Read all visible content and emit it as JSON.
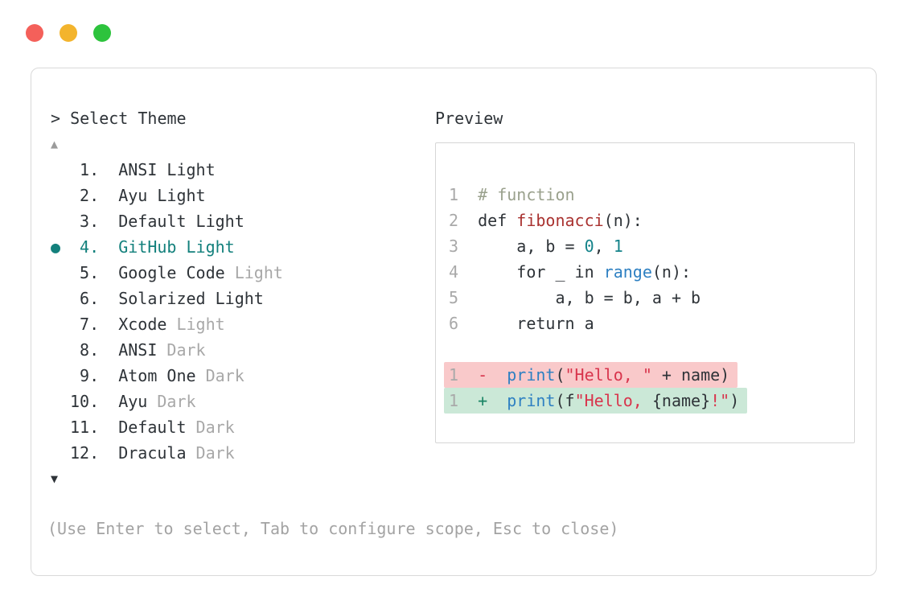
{
  "window": {
    "traffic_lights": [
      {
        "name": "close",
        "color": "#f4605a"
      },
      {
        "name": "minimize",
        "color": "#f3b42d"
      },
      {
        "name": "zoom",
        "color": "#2dc33d"
      }
    ]
  },
  "header": {
    "prompt": ">",
    "title": "Select Theme",
    "preview_label": "Preview"
  },
  "list": {
    "scroll_up_icon": "▲",
    "scroll_down_icon": "▼",
    "selected_marker": "●",
    "items": [
      {
        "num": "1",
        "name": "ANSI Light",
        "dim": "",
        "selected": false
      },
      {
        "num": "2",
        "name": "Ayu Light",
        "dim": "",
        "selected": false
      },
      {
        "num": "3",
        "name": "Default Light",
        "dim": "",
        "selected": false
      },
      {
        "num": "4",
        "name": "GitHub Light",
        "dim": "",
        "selected": true
      },
      {
        "num": "5",
        "name": "Google Code",
        "dim": "Light",
        "selected": false
      },
      {
        "num": "6",
        "name": "Solarized Light",
        "dim": "",
        "selected": false
      },
      {
        "num": "7",
        "name": "Xcode",
        "dim": "Light",
        "selected": false
      },
      {
        "num": "8",
        "name": "ANSI",
        "dim": "Dark",
        "selected": false
      },
      {
        "num": "9",
        "name": "Atom One",
        "dim": "Dark",
        "selected": false
      },
      {
        "num": "10",
        "name": "Ayu",
        "dim": "Dark",
        "selected": false
      },
      {
        "num": "11",
        "name": "Default",
        "dim": "Dark",
        "selected": false
      },
      {
        "num": "12",
        "name": "Dracula",
        "dim": "Dark",
        "selected": false
      }
    ]
  },
  "preview": {
    "code_lines": [
      {
        "num": "1",
        "tokens": [
          [
            "# function",
            "comment"
          ]
        ]
      },
      {
        "num": "2",
        "tokens": [
          [
            "def ",
            "fg"
          ],
          [
            "fibonacci",
            "func"
          ],
          [
            "(n):",
            "fg"
          ]
        ]
      },
      {
        "num": "3",
        "tokens": [
          [
            "    a, b = ",
            "fg"
          ],
          [
            "0",
            "numlit"
          ],
          [
            ", ",
            "fg"
          ],
          [
            "1",
            "numlit"
          ]
        ]
      },
      {
        "num": "4",
        "tokens": [
          [
            "    for _ in ",
            "fg"
          ],
          [
            "range",
            "call"
          ],
          [
            "(n):",
            "fg"
          ]
        ]
      },
      {
        "num": "5",
        "tokens": [
          [
            "        a, b = b, a + b",
            "fg"
          ]
        ]
      },
      {
        "num": "6",
        "tokens": [
          [
            "    return a",
            "fg"
          ]
        ]
      },
      {
        "num": "",
        "tokens": []
      },
      {
        "num": "1",
        "bg": "removed",
        "tokens": [
          [
            "-  ",
            "str"
          ],
          [
            "print",
            "call"
          ],
          [
            "(",
            "fg"
          ],
          [
            "\"Hello, \"",
            "str"
          ],
          [
            " + name)",
            "fg"
          ]
        ]
      },
      {
        "num": "1",
        "bg": "added",
        "tokens": [
          [
            "+  ",
            "added-sign"
          ],
          [
            "print",
            "call"
          ],
          [
            "(f",
            "fg"
          ],
          [
            "\"Hello, ",
            "str"
          ],
          [
            "{name}",
            "fg"
          ],
          [
            "!\"",
            "str"
          ],
          [
            ")",
            "fg"
          ]
        ]
      }
    ]
  },
  "footer": {
    "hint": "(Use Enter to select, Tab to configure scope, Esc to close)"
  },
  "colors": {
    "accent_teal": "#13807c",
    "text_dark": "#2e3338",
    "text_gray": "#a8a8a8",
    "comment": "#9aa18d",
    "function_name": "#a93230",
    "number_literal": "#14838a",
    "call_blue": "#2e80c2",
    "string_red": "#d8344c",
    "added_sign": "#1a8464",
    "removed_bg": "#f9c9ca",
    "added_bg": "#cbe8d7",
    "window_border": "#d9d9d9"
  }
}
